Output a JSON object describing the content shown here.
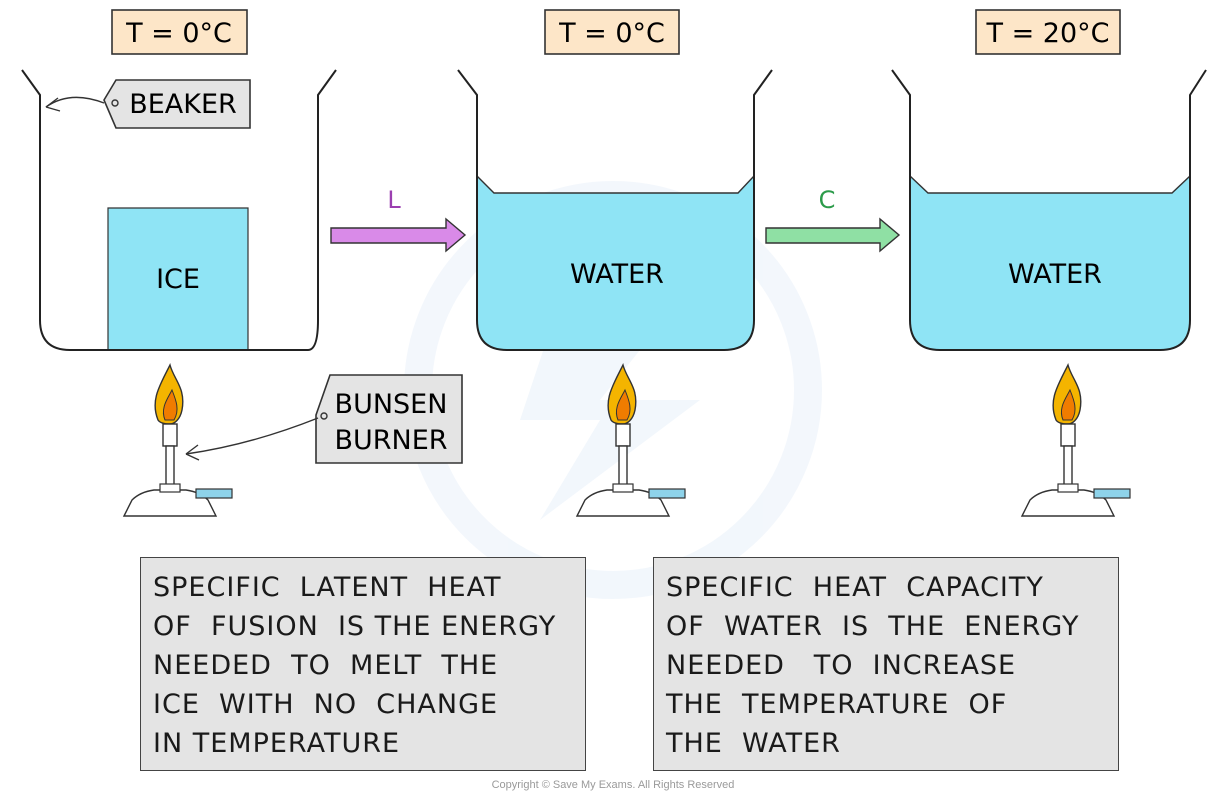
{
  "colors": {
    "water": "#8fe4f5",
    "arrow_latent": "#d98ae8",
    "arrow_heat": "#8fe0a4",
    "temp_box_fill": "#fde6c8",
    "label_fill": "#e4e4e4",
    "flame_outer": "#f4b400",
    "flame_inner": "#f07c00",
    "burner_valve": "#8ed3ea"
  },
  "stages": [
    {
      "temperature": "T = 0°C",
      "content": "ICE"
    },
    {
      "temperature": "T = 0°C",
      "content": "WATER"
    },
    {
      "temperature": "T = 20°C",
      "content": "WATER"
    }
  ],
  "arrows": [
    {
      "label": "L",
      "color": "#d98ae8",
      "label_color": "#9b3fb0"
    },
    {
      "label": "C",
      "color": "#8fe0a4",
      "label_color": "#2c9b4a"
    }
  ],
  "labels": {
    "beaker": "BEAKER",
    "burner_line1": "BUNSEN",
    "burner_line2": "BURNER"
  },
  "info_boxes": [
    {
      "lines": [
        "SPECIFIC  LATENT  HEAT",
        "OF  FUSION  IS THE ENERGY",
        "NEEDED  TO  MELT  THE",
        "ICE  WITH  NO  CHANGE",
        "IN TEMPERATURE"
      ]
    },
    {
      "lines": [
        "SPECIFIC  HEAT  CAPACITY",
        "OF  WATER  IS  THE  ENERGY",
        "NEEDED   TO  INCREASE",
        "THE  TEMPERATURE  OF",
        "THE  WATER"
      ]
    }
  ],
  "copyright": "Copyright © Save My Exams. All Rights Reserved"
}
